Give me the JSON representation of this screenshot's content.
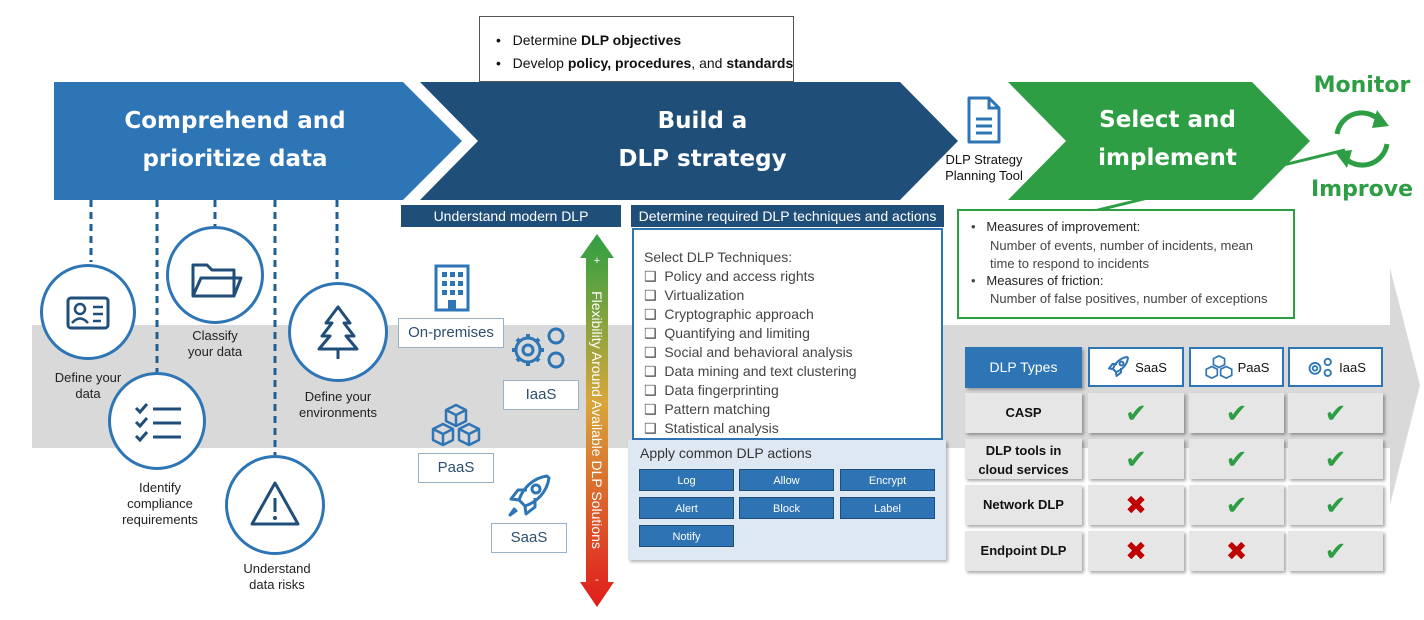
{
  "colors": {
    "chevron_blue": "#2e75b6",
    "chevron_navy": "#1f4e79",
    "chevron_green": "#2e9e44",
    "check_green": "#2e9e44",
    "cross_red": "#c00000",
    "gray_band": "#d9d9d9"
  },
  "top_box": {
    "bullets": [
      {
        "plain": "Determine ",
        "bold": "DLP objectives",
        "tail": ""
      },
      {
        "plain": "Develop ",
        "bold": "policy, procedures",
        "tail": ", and ",
        "bold2": "standards"
      }
    ]
  },
  "stage1": {
    "title_line1": "Comprehend and",
    "title_line2": "prioritize data",
    "steps": [
      {
        "label": "Define your data",
        "lines": [
          "Define your",
          "data"
        ],
        "icon": "id-card-icon"
      },
      {
        "label": "Identify compliance requirements",
        "lines": [
          "Identify",
          "compliance",
          "requirements"
        ],
        "icon": "checklist-icon"
      },
      {
        "label": "Classify your data",
        "lines": [
          "Classify",
          "your data"
        ],
        "icon": "folder-icon"
      },
      {
        "label": "Understand data risks",
        "lines": [
          "Understand",
          "data risks"
        ],
        "icon": "warning-icon"
      },
      {
        "label": "Define your environments",
        "lines": [
          "Define your",
          "environments"
        ],
        "icon": "tree-icon"
      }
    ]
  },
  "stage2": {
    "title_line1": "Build a",
    "title_line2": "DLP strategy",
    "understand_header": "Understand modern DLP",
    "environments": [
      {
        "label": "On-premises",
        "icon": "building-icon"
      },
      {
        "label": "IaaS",
        "icon": "gears-icon"
      },
      {
        "label": "PaaS",
        "icon": "cubes-icon"
      },
      {
        "label": "SaaS",
        "icon": "rocket-icon"
      }
    ],
    "flexibility_label": "Flexibility Around Available DLP Solutions",
    "flex_plus": "+",
    "flex_minus": "-",
    "techniques_header": "Determine required DLP techniques and actions",
    "techniques_title": "Select DLP Techniques:",
    "techniques": [
      "Policy and access rights",
      "Virtualization",
      "Cryptographic approach",
      "Quantifying and limiting",
      "Social and behavioral analysis",
      "Data mining and text clustering",
      "Data fingerprinting",
      "Pattern matching",
      "Statistical analysis"
    ],
    "actions_title": "Apply common DLP actions",
    "actions": [
      "Log",
      "Allow",
      "Encrypt",
      "Alert",
      "Block",
      "Label",
      "Notify"
    ]
  },
  "tool": {
    "line1": "DLP Strategy",
    "line2": "Planning Tool",
    "icon": "document-icon"
  },
  "stage3": {
    "title_line1": "Select and",
    "title_line2": "implement"
  },
  "monitor": {
    "top": "Monitor",
    "bottom": "Improve",
    "icon": "cycle-arrows-icon"
  },
  "measures": {
    "improvement_title": "Measures of improvement:",
    "improvement_text_1": "Number of events, number of incidents, mean",
    "improvement_text_2": "time to respond to incidents",
    "friction_title": "Measures of friction:",
    "friction_text": "Number of false positives, number of exceptions"
  },
  "table": {
    "corner": "DLP Types",
    "columns": [
      {
        "label": "SaaS",
        "icon": "rocket-icon"
      },
      {
        "label": "PaaS",
        "icon": "cubes-icon"
      },
      {
        "label": "IaaS",
        "icon": "gears-icon"
      }
    ],
    "rows": [
      {
        "lines": [
          "CASP"
        ],
        "values": [
          true,
          true,
          true
        ]
      },
      {
        "lines": [
          "DLP tools in",
          "cloud services"
        ],
        "values": [
          true,
          true,
          true
        ]
      },
      {
        "lines": [
          "Network DLP"
        ],
        "values": [
          false,
          true,
          true
        ]
      },
      {
        "lines": [
          "Endpoint DLP"
        ],
        "values": [
          false,
          false,
          true
        ]
      }
    ],
    "check_symbol": "✔",
    "cross_symbol": "✖"
  }
}
